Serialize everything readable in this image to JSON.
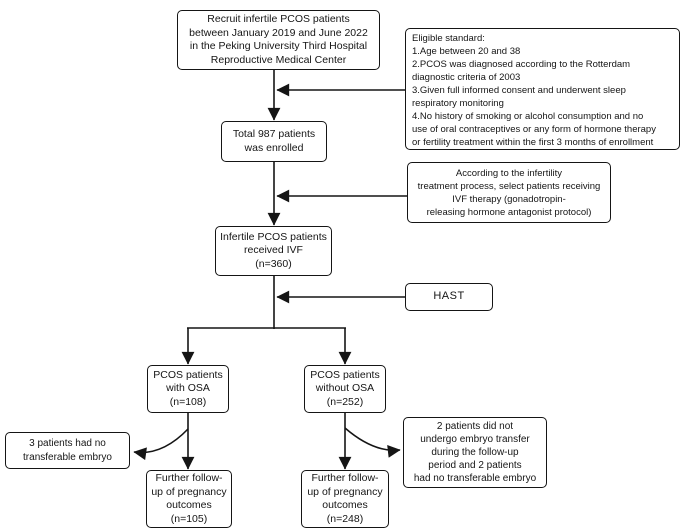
{
  "figure": {
    "type": "flowchart",
    "background": "#ffffff",
    "line_color": "#151515"
  },
  "boxes": {
    "recruit": {
      "text": "Recruit infertile PCOS patients\nbetween January 2019 and June 2022\nin the Peking University Third Hospital\nReproductive Medical Center"
    },
    "eligible": {
      "text": "Eligible standard:\n1.Age between 20 and 38\n2.PCOS was diagnosed according to the Rotterdam\ndiagnostic criteria of 2003\n3.Given full informed consent and underwent sleep\nrespiratory monitoring\n4.No history of smoking or alcohol consumption and no\nuse of oral contraceptives or any form of hormone therapy\nor fertility treatment within the first 3 months of enrollment"
    },
    "total_enrolled": {
      "text": "Total 987 patients\nwas enrolled"
    },
    "ivf_selection": {
      "text": "According to the infertility\ntreatment process, select patients receiving\nIVF therapy (gonadotropin-\nreleasing hormone antagonist protocol)"
    },
    "received_ivf": {
      "text": "Infertile PCOS patients\nreceived IVF\n(n=360)"
    },
    "hast": {
      "text": "HAST"
    },
    "osa_group": {
      "text": "PCOS patients\nwith OSA\n(n=108)"
    },
    "non_osa_group": {
      "text": "PCOS patients\nwithout OSA\n(n=252)"
    },
    "osa_excluded": {
      "text": "3 patients had no\ntransferable embryo"
    },
    "non_osa_excluded": {
      "text": "2 patients did not\nundergo embryo transfer\nduring the follow-up\nperiod and 2 patients\nhad no transferable embryo"
    },
    "osa_followup": {
      "text": "Further follow-\nup of pregnancy\noutcomes\n(n=105)"
    },
    "non_osa_followup": {
      "text": "Further follow-\nup of pregnancy\noutcomes\n(n=248)"
    }
  }
}
